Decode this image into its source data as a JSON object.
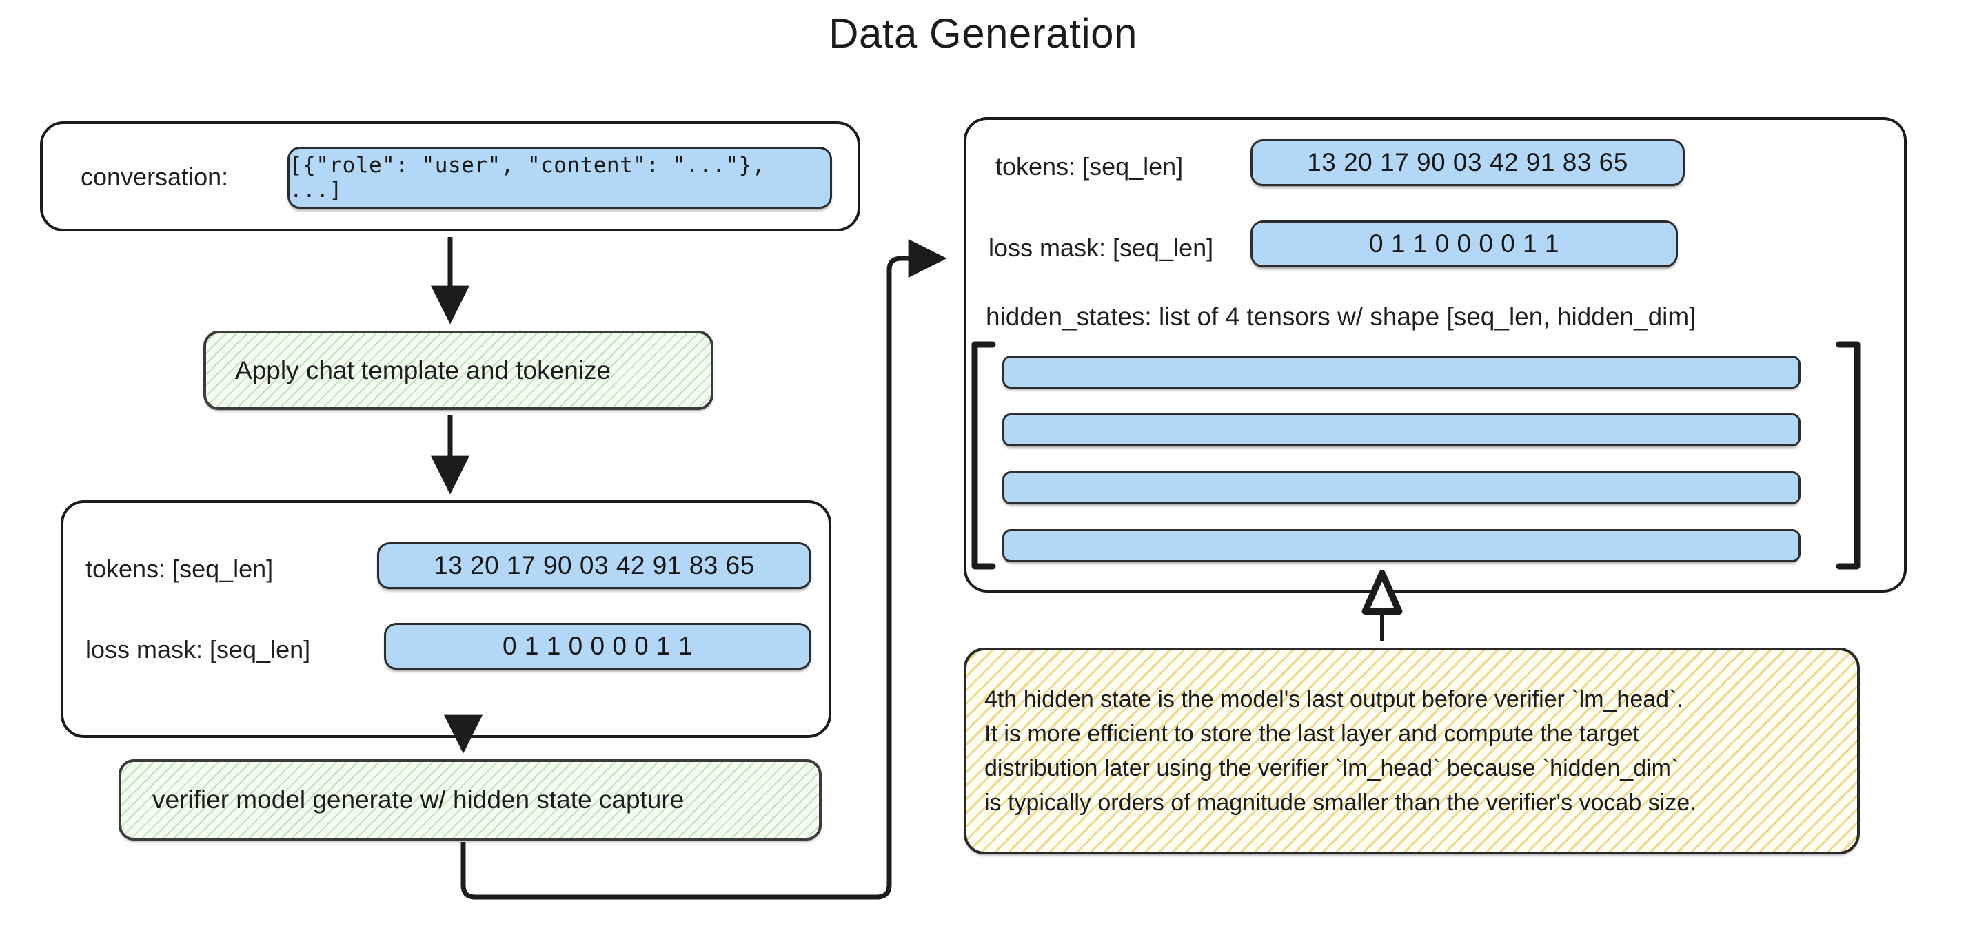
{
  "title": "Data Generation",
  "left_panel": {
    "conversation": {
      "label": "conversation:",
      "value": "[{\"role\": \"user\", \"content\": \"...\"}, ...]"
    },
    "step_tokenize": "Apply chat template and tokenize",
    "tokens": {
      "label": "tokens: [seq_len]",
      "value": "13 20 17 90 03 42 91 83 65"
    },
    "loss_mask": {
      "label": "loss mask: [seq_len]",
      "value": "0  1  1  0  0  0  0  1  1"
    },
    "step_generate": "verifier model generate w/ hidden state capture"
  },
  "right_panel": {
    "tokens": {
      "label": "tokens: [seq_len]",
      "value": "13 20 17 90 03 42 91 83 65"
    },
    "loss_mask": {
      "label": "loss mask: [seq_len]",
      "value": "0  1  1  0  0  0  0  1  1"
    },
    "hidden_states_label": "hidden_states: list of 4 tensors w/ shape [seq_len, hidden_dim]",
    "hidden_states_count": 4
  },
  "note": {
    "lines": [
      "4th hidden state is the model's last output before verifier `lm_head`.",
      "It is more efficient to store the last layer and compute the target",
      "distribution later using the verifier `lm_head` because `hidden_dim`",
      "is typically orders of magnitude smaller than the verifier's vocab size."
    ]
  },
  "colors": {
    "pill_blue": "#b3d7f7",
    "process_green": "#bfe3b8",
    "note_yellow": "#ecd98a",
    "stroke": "#1c1c1c"
  }
}
